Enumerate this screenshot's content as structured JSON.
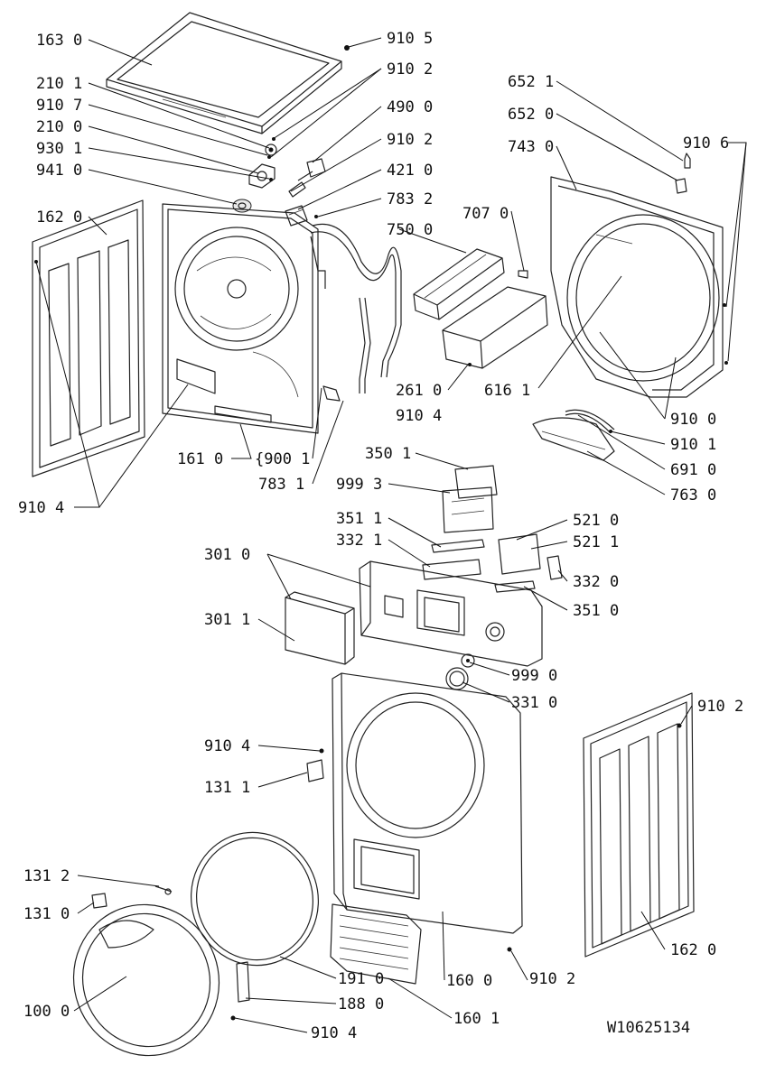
{
  "diagram": {
    "drawing_number": "W10625134",
    "labels": [
      {
        "id": "163-0",
        "text": "163 0"
      },
      {
        "id": "210-1",
        "text": "210 1"
      },
      {
        "id": "910-7",
        "text": "910 7"
      },
      {
        "id": "210-0",
        "text": "210 0"
      },
      {
        "id": "930-1",
        "text": "930 1"
      },
      {
        "id": "941-0",
        "text": "941 0"
      },
      {
        "id": "162-0-left",
        "text": "162 0"
      },
      {
        "id": "910-4-left",
        "text": "910 4"
      },
      {
        "id": "910-5",
        "text": "910 5"
      },
      {
        "id": "910-2-top",
        "text": "910 2"
      },
      {
        "id": "490-0",
        "text": "490 0"
      },
      {
        "id": "910-2-mid",
        "text": "910 2"
      },
      {
        "id": "421-0",
        "text": "421 0"
      },
      {
        "id": "783-2",
        "text": "783 2"
      },
      {
        "id": "750-0",
        "text": "750 0"
      },
      {
        "id": "707-0",
        "text": "707 0"
      },
      {
        "id": "652-1",
        "text": "652 1"
      },
      {
        "id": "652-0",
        "text": "652 0"
      },
      {
        "id": "743-0",
        "text": "743 0"
      },
      {
        "id": "910-6",
        "text": "910 6"
      },
      {
        "id": "261-0",
        "text": "261 0"
      },
      {
        "id": "910-4-duct",
        "text": "910 4"
      },
      {
        "id": "616-1",
        "text": "616 1"
      },
      {
        "id": "910-0",
        "text": "910 0"
      },
      {
        "id": "910-1",
        "text": "910 1"
      },
      {
        "id": "691-0",
        "text": "691 0"
      },
      {
        "id": "763-0",
        "text": "763 0"
      },
      {
        "id": "161-0",
        "text": "161 0"
      },
      {
        "id": "900-1",
        "text": "{900 1"
      },
      {
        "id": "783-1",
        "text": "783 1"
      },
      {
        "id": "350-1",
        "text": "350 1"
      },
      {
        "id": "999-3",
        "text": "999 3"
      },
      {
        "id": "351-1",
        "text": "351 1"
      },
      {
        "id": "332-1",
        "text": "332 1"
      },
      {
        "id": "521-0",
        "text": "521 0"
      },
      {
        "id": "521-1",
        "text": "521 1"
      },
      {
        "id": "332-0",
        "text": "332 0"
      },
      {
        "id": "351-0",
        "text": "351 0"
      },
      {
        "id": "301-0",
        "text": "301 0"
      },
      {
        "id": "301-1",
        "text": "301 1"
      },
      {
        "id": "999-0",
        "text": "999 0"
      },
      {
        "id": "331-0",
        "text": "331 0"
      },
      {
        "id": "910-2-right",
        "text": "910 2"
      },
      {
        "id": "910-4-front",
        "text": "910 4"
      },
      {
        "id": "131-1",
        "text": "131 1"
      },
      {
        "id": "131-2",
        "text": "131 2"
      },
      {
        "id": "131-0",
        "text": "131 0"
      },
      {
        "id": "162-0-right",
        "text": "162 0"
      },
      {
        "id": "191-0",
        "text": "191 0"
      },
      {
        "id": "160-0",
        "text": "160 0"
      },
      {
        "id": "910-2-bottom",
        "text": "910 2"
      },
      {
        "id": "188-0",
        "text": "188 0"
      },
      {
        "id": "100-0",
        "text": "100 0"
      },
      {
        "id": "910-4-bottom",
        "text": "910 4"
      },
      {
        "id": "160-1",
        "text": "160 1"
      }
    ]
  }
}
